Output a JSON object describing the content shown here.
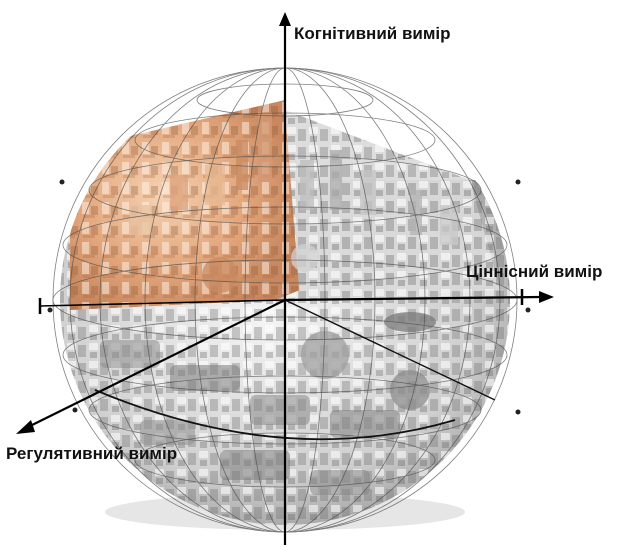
{
  "axes": {
    "cognitive": {
      "label": "Когнітивний вимір"
    },
    "value": {
      "label": "Ціннісний вимір"
    },
    "regulative": {
      "label": "Регулятивний вимір"
    }
  },
  "colors": {
    "warm_city": "#e8b48c",
    "cool_city": "#bdbdbd",
    "grid": "#4a4a4a",
    "axis": "#000000"
  },
  "illustration": "3D sphere filled with miniature city blocks (warm-toned upper-left, gray elsewhere) overlaid by a wireframe grid"
}
